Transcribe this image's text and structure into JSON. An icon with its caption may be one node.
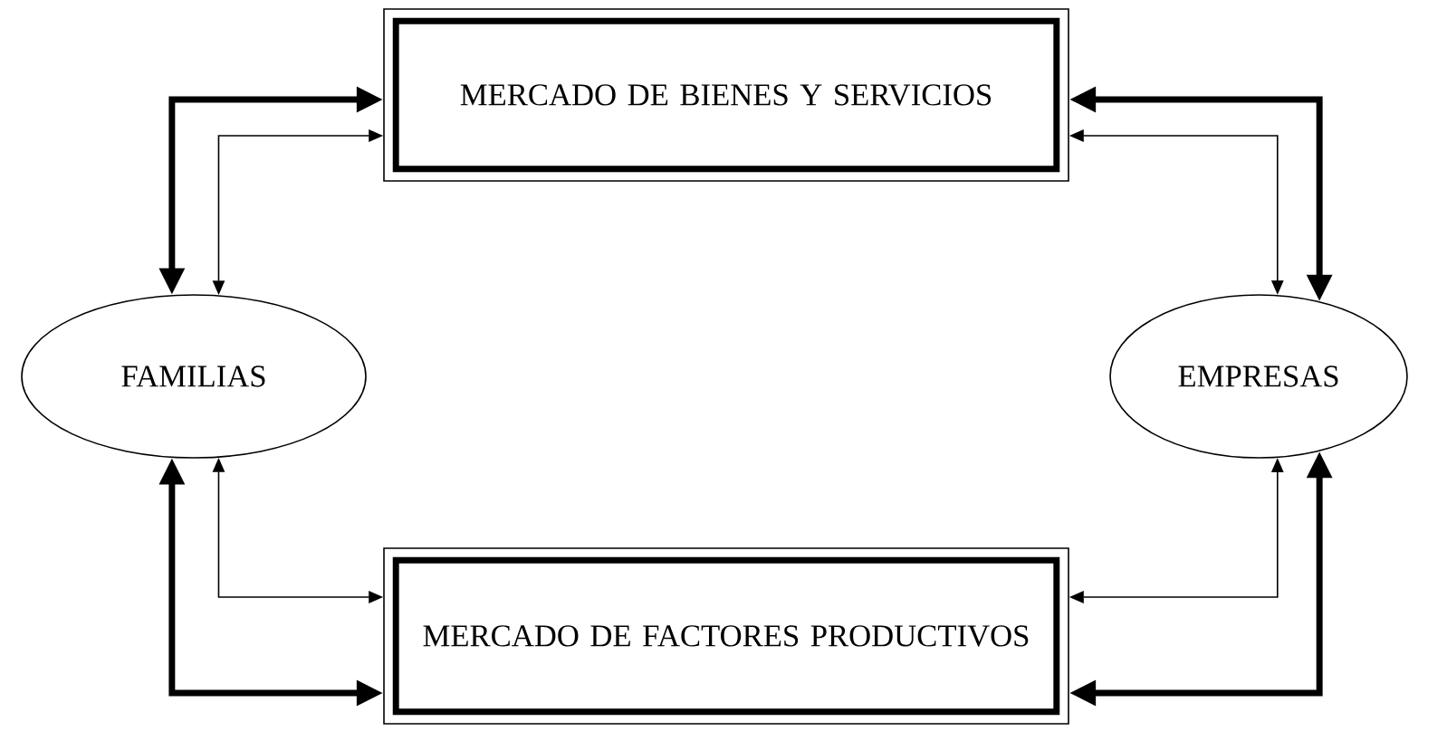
{
  "diagram": {
    "nodes": [
      {
        "text": [
          "MERCADO DE BIENES Y SERVICIOS"
        ]
      },
      {
        "text": [
          "FAMILIAS"
        ]
      },
      {
        "text": [
          "EMPRESAS"
        ]
      },
      {
        "text": [
          "MERCADO DE FACTORES PRODUCTIVOS"
        ]
      }
    ],
    "edges": [
      {
        "from": 1,
        "to": 0,
        "arrow": "both",
        "style": "thick"
      },
      {
        "from": 1,
        "to": 0,
        "arrow": "both"
      },
      {
        "from": 2,
        "to": 0,
        "arrow": "both",
        "style": "thick"
      },
      {
        "from": 2,
        "to": 0,
        "arrow": "both"
      },
      {
        "from": 1,
        "to": 3,
        "arrow": "both",
        "style": "thick"
      },
      {
        "from": 1,
        "to": 3,
        "arrow": "both"
      },
      {
        "from": 2,
        "to": 3,
        "arrow": "both",
        "style": "thick"
      },
      {
        "from": 2,
        "to": 3,
        "arrow": "both"
      }
    ]
  }
}
